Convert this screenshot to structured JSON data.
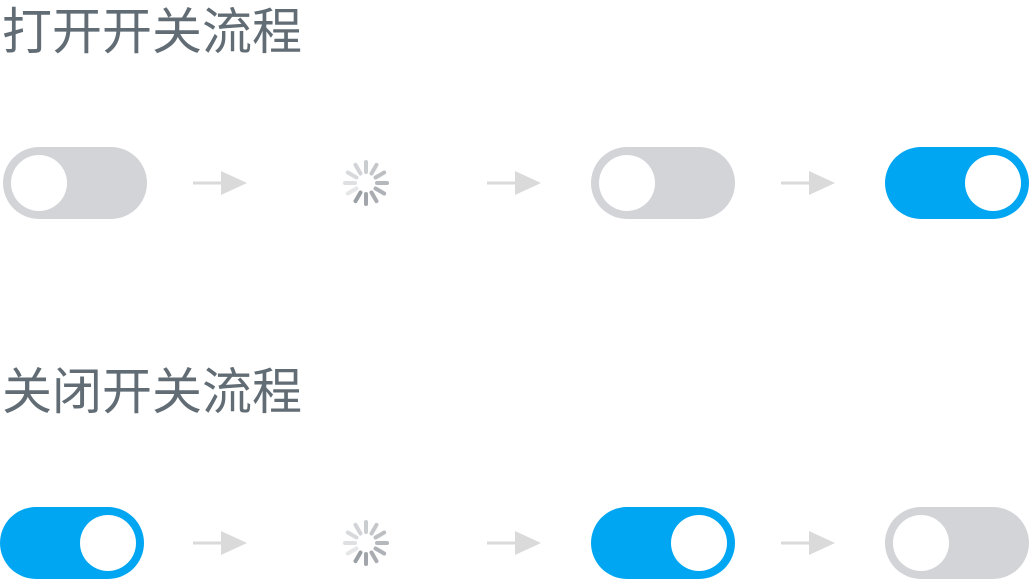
{
  "sections": [
    {
      "title": "打开开关流程",
      "steps": [
        {
          "kind": "toggle",
          "state": "off"
        },
        {
          "kind": "arrow"
        },
        {
          "kind": "spinner"
        },
        {
          "kind": "arrow"
        },
        {
          "kind": "toggle",
          "state": "off"
        },
        {
          "kind": "arrow"
        },
        {
          "kind": "toggle",
          "state": "on"
        }
      ]
    },
    {
      "title": "关闭开关流程",
      "steps": [
        {
          "kind": "toggle",
          "state": "on"
        },
        {
          "kind": "arrow"
        },
        {
          "kind": "spinner"
        },
        {
          "kind": "arrow"
        },
        {
          "kind": "toggle",
          "state": "on"
        },
        {
          "kind": "arrow"
        },
        {
          "kind": "toggle",
          "state": "off"
        }
      ]
    }
  ],
  "colors": {
    "title": "#616c74",
    "toggle_on": "#00a6f2",
    "toggle_off": "#d3d4d8",
    "knob": "#ffffff",
    "arrow": "#dadada",
    "spinner": "#9ba0a5"
  },
  "icons": {
    "arrow": "arrow-right-icon",
    "spinner": "loading-spinner-icon"
  }
}
